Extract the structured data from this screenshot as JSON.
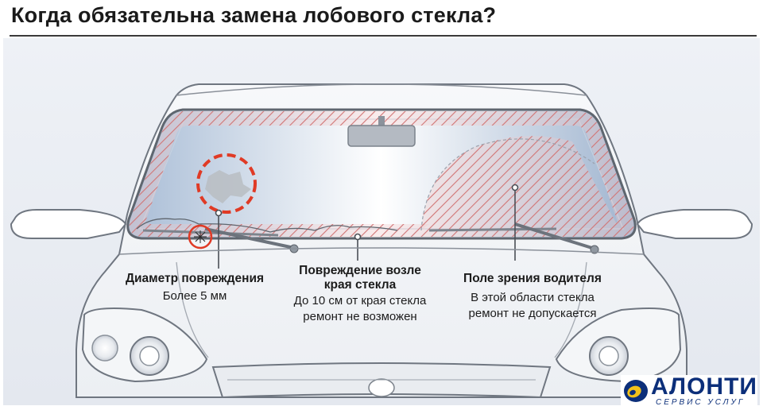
{
  "header": {
    "title": "Когда обязательна замена лобового стекла?"
  },
  "callouts": [
    {
      "head": "Диаметр повреждения",
      "desc": [
        "Более 5 мм"
      ]
    },
    {
      "head_lines": [
        "Повреждение возле",
        "края стекла"
      ],
      "desc": [
        "До 10 см от края стекла",
        "ремонт не возможен"
      ]
    },
    {
      "head": "Поле зрения водителя",
      "desc": [
        "В этой области стекла",
        "ремонт не допускается"
      ]
    }
  ],
  "logo": {
    "name": "АЛОНТИ",
    "subtitle": "СЕРВИС УСЛУГ"
  },
  "colors": {
    "hatch": "#d98a8a",
    "damage_circle": "#e03a25",
    "logo_blue": "#0c2f7a",
    "logo_yellow": "#f2c21a"
  }
}
